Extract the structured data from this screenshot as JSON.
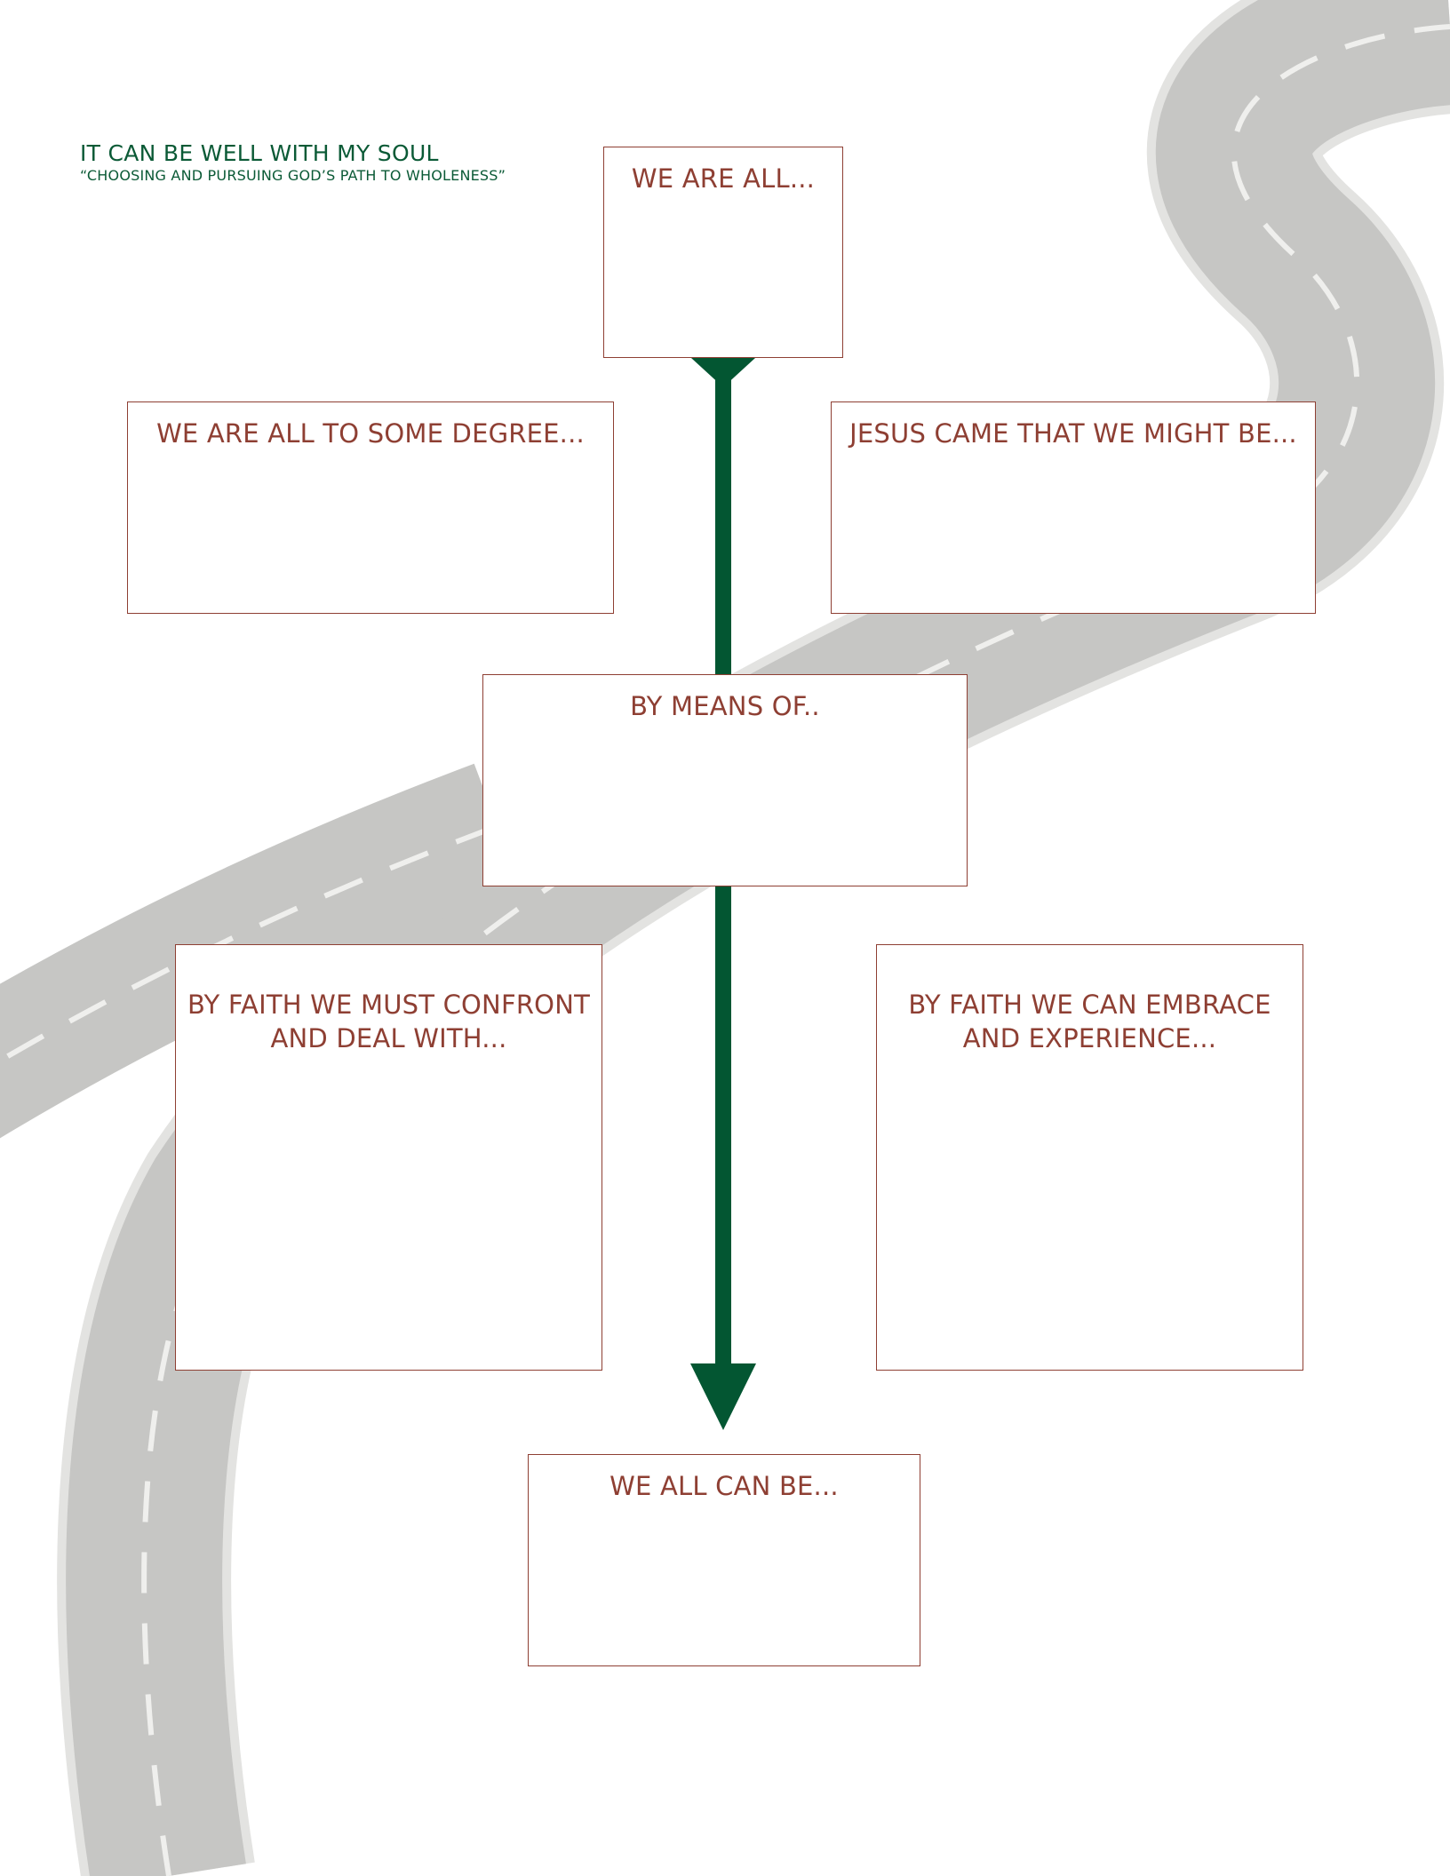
{
  "header": {
    "title": "IT CAN BE WELL WITH MY SOUL",
    "subtitle": "“CHOOSING AND PURSUING GOD’S PATH TO WHOLENESS”"
  },
  "boxes": {
    "we_are_all": "WE ARE ALL...",
    "some_degree": "WE ARE ALL TO SOME DEGREE...",
    "jesus_came": "JESUS CAME THAT WE MIGHT BE...",
    "by_means_of": "BY MEANS OF..",
    "confront": "BY FAITH WE MUST CONFRONT\nAND DEAL WITH...",
    "embrace": "BY FAITH WE CAN EMBRACE\nAND EXPERIENCE...",
    "all_can_be": "WE ALL CAN BE..."
  },
  "colors": {
    "title_green": "#0b5a36",
    "arrow_green": "#035632",
    "box_border": "#8e3f33",
    "box_text": "#8e3f33",
    "road_asphalt": "#c4c4c2",
    "road_edge": "#e4e4e2",
    "road_dash": "#f0f0ee"
  },
  "background": {
    "image": "winding-road"
  }
}
